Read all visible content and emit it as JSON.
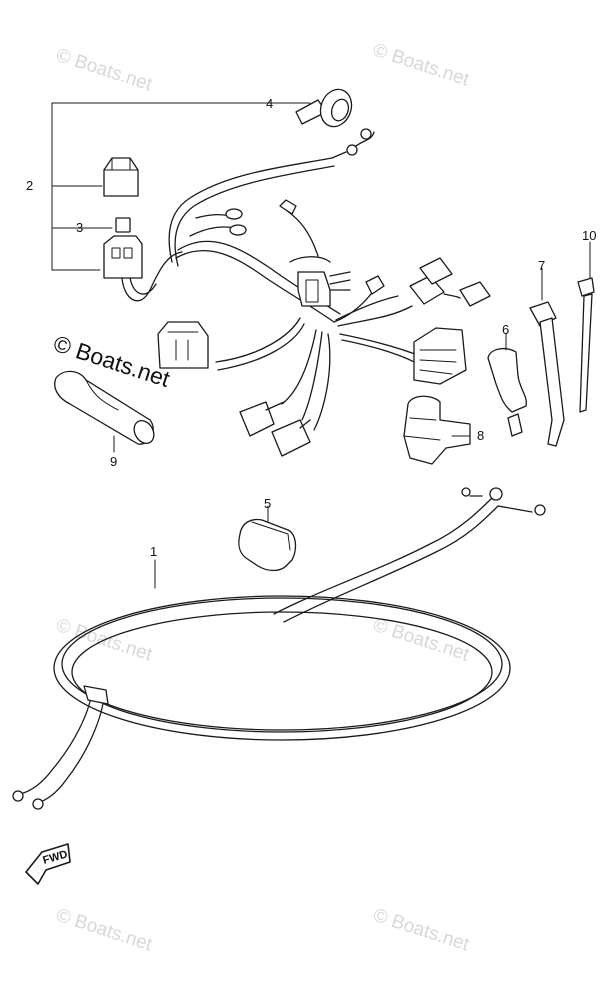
{
  "watermark": {
    "text": "© Boats.net",
    "prominent_text": "© Boats.net"
  },
  "callouts": [
    "1",
    "2",
    "3",
    "4",
    "5",
    "6",
    "7",
    "8",
    "9",
    "10"
  ],
  "fwd_label": "FWD"
}
